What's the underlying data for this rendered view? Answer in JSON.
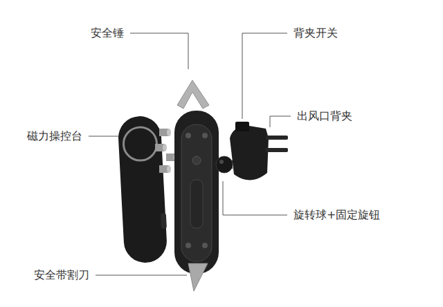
{
  "diagram": {
    "labels": [
      "安全锤",
      "背夹开关",
      "出风口背夹",
      "磁力操控台",
      "旋转球+固定旋钮",
      "安全带割刀"
    ]
  }
}
